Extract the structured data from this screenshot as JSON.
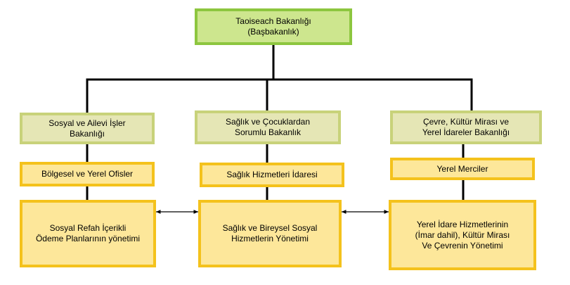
{
  "root": {
    "lines": [
      "Taoiseach Bakanlığı",
      "(Başbakanlık)"
    ]
  },
  "ministries": [
    {
      "lines": [
        "Sosyal ve Ailevi İşler",
        "Bakanlığı"
      ]
    },
    {
      "lines": [
        "Sağlık ve Çocuklardan",
        "Sorumlu Bakanlık"
      ]
    },
    {
      "lines": [
        "Çevre, Kültür Mirası ve",
        "Yerel İdareler Bakanlığı"
      ]
    }
  ],
  "offices": [
    {
      "label": "Bölgesel ve Yerel Ofisler"
    },
    {
      "label": "Sağlık Hizmetleri İdaresi"
    },
    {
      "label": "Yerel Merciler"
    }
  ],
  "functions": [
    {
      "lines": [
        "Sosyal Refah İçerikli",
        "Ödeme Planlarının yönetimi"
      ]
    },
    {
      "lines": [
        "Sağlık ve Bireysel Sosyal",
        "Hizmetlerin Yönetimi"
      ]
    },
    {
      "lines": [
        "Yerel İdare Hizmetlerinin",
        "(İmar dahil), Kültür Mirası",
        "Ve Çevrenin Yönetimi"
      ]
    }
  ],
  "colors": {
    "root_fill": "#cde68e",
    "root_border": "#8dc63f",
    "ministry_fill": "#e5e6b5",
    "ministry_border": "#c8d27a",
    "office_fill": "#fde79a",
    "office_border": "#f4c21c",
    "connector": "#000000"
  }
}
